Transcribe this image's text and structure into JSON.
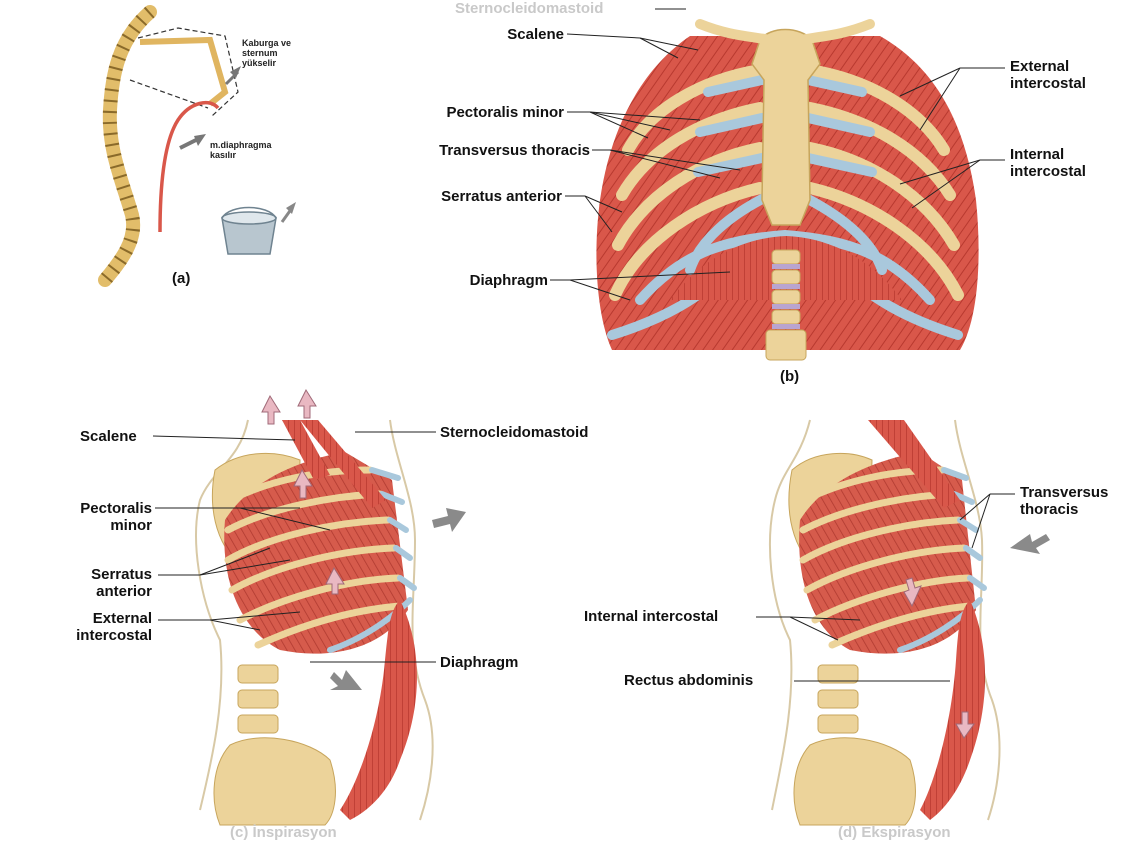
{
  "panel_a": {
    "caption": "(a)",
    "rib_note": "Kaburga ve sternum yükselir",
    "diaphragm_note": "m.diaphragma kasılır"
  },
  "panel_b": {
    "caption": "(b)",
    "top_label": "Sternocleidomastoid",
    "left_labels": [
      "Scalene",
      "Pectoralis minor",
      "Transversus thoracis",
      "Serratus anterior",
      "Diaphragm"
    ],
    "right_labels": [
      "External intercostal",
      "Internal intercostal"
    ]
  },
  "panel_c": {
    "caption": "(c) İnspirasyon",
    "labels": {
      "scalene": "Scalene",
      "sternocleidomastoid": "Sternocleidomastoid",
      "pectoralis_minor": "Pectoralis minor",
      "serratus_anterior": "Serratus anterior",
      "external_intercostal": "External intercostal",
      "diaphragm": "Diaphragm"
    }
  },
  "panel_d": {
    "caption": "(d) Ekspirasyon",
    "labels": {
      "transversus_thoracis": "Transversus thoracis",
      "internal_intercostal": "Internal intercostal",
      "rectus_abdominis": "Rectus abdominis"
    }
  },
  "colors": {
    "muscle": "#d9574a",
    "muscle_dark": "#b8392f",
    "bone": "#ecd39a",
    "cartilage": "#a9c8dc",
    "arrow_pink": "#e9b8c2",
    "arrow_grey": "#8a8a8a"
  }
}
